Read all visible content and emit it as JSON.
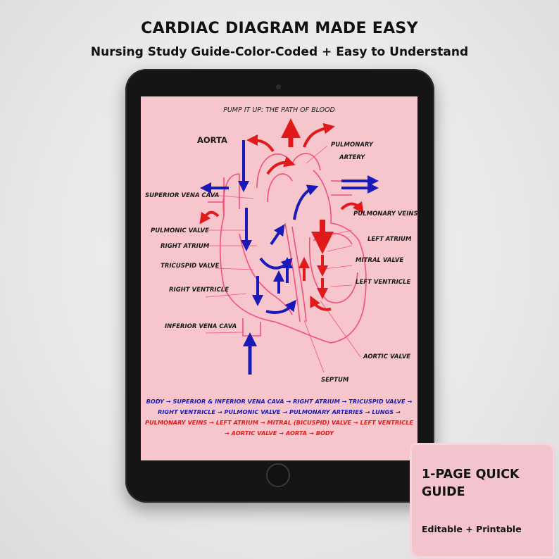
{
  "header": {
    "title": "CARDIAC DIAGRAM MADE EASY",
    "subtitle": "Nursing Study Guide-Color-Coded + Easy to Understand"
  },
  "diagram": {
    "title": "PUMP IT UP: THE PATH OF BLOOD",
    "labels": {
      "aorta": "AORTA",
      "pulmonary_artery_1": "PULMONARY",
      "pulmonary_artery_2": "ARTERY",
      "superior_vena_cava": "SUPERIOR VENA CAVA",
      "pulmonary_veins": "PULMONARY VEINS",
      "pulmonic_valve": "PULMONIC VALVE",
      "left_atrium": "LEFT ATRIUM",
      "right_atrium": "RIGHT ATRIUM",
      "mitral_valve": "MITRAL VALVE",
      "tricuspid_valve": "TRICUSPID VALVE",
      "left_ventricle": "LEFT VENTRICLE",
      "right_ventricle": "RIGHT VENTRICLE",
      "inferior_vena_cava": "INFERIOR VENA CAVA",
      "aortic_valve": "AORTIC VALVE",
      "septum": "SEPTUM"
    },
    "flow": {
      "line1": "BODY → SUPERIOR & INFERIOR VENA CAVA → RIGHT ATRIUM → TRICUSPID VALVE →",
      "line2": "RIGHT VENTRICLE → PULMONIC VALVE → PULMONARY ARTERIES → LUNGS →",
      "line3": "PULMONARY VEINS → LEFT ATRIUM → MITRAL (BICUSPID) VALVE → LEFT VENTRICLE",
      "line4": "→ AORTIC VALVE → AORTA → BODY"
    },
    "colors": {
      "deoxygenated": "#1a1ab8",
      "oxygenated": "#e01a1a",
      "outline": "#f0507a",
      "screen_bg": "#f6c6cc"
    }
  },
  "card": {
    "title": "1-PAGE QUICK GUIDE",
    "subtitle": "Editable + Printable"
  }
}
